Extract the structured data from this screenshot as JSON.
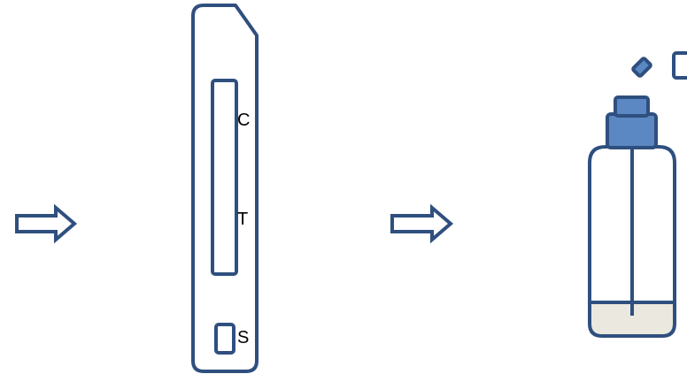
{
  "colors": {
    "outline": "#2f4f7f",
    "cap_fill": "#5b88c2",
    "liquid_fill": "#ebe8df",
    "background": "#ffffff"
  },
  "test_cassette": {
    "control_line_label": "C",
    "test_line_label": "T",
    "sample_well_label": "S"
  },
  "icons": [
    "right-arrow-icon",
    "test-cassette-icon",
    "dropper-bottle-icon",
    "bottle-cap-icon"
  ]
}
